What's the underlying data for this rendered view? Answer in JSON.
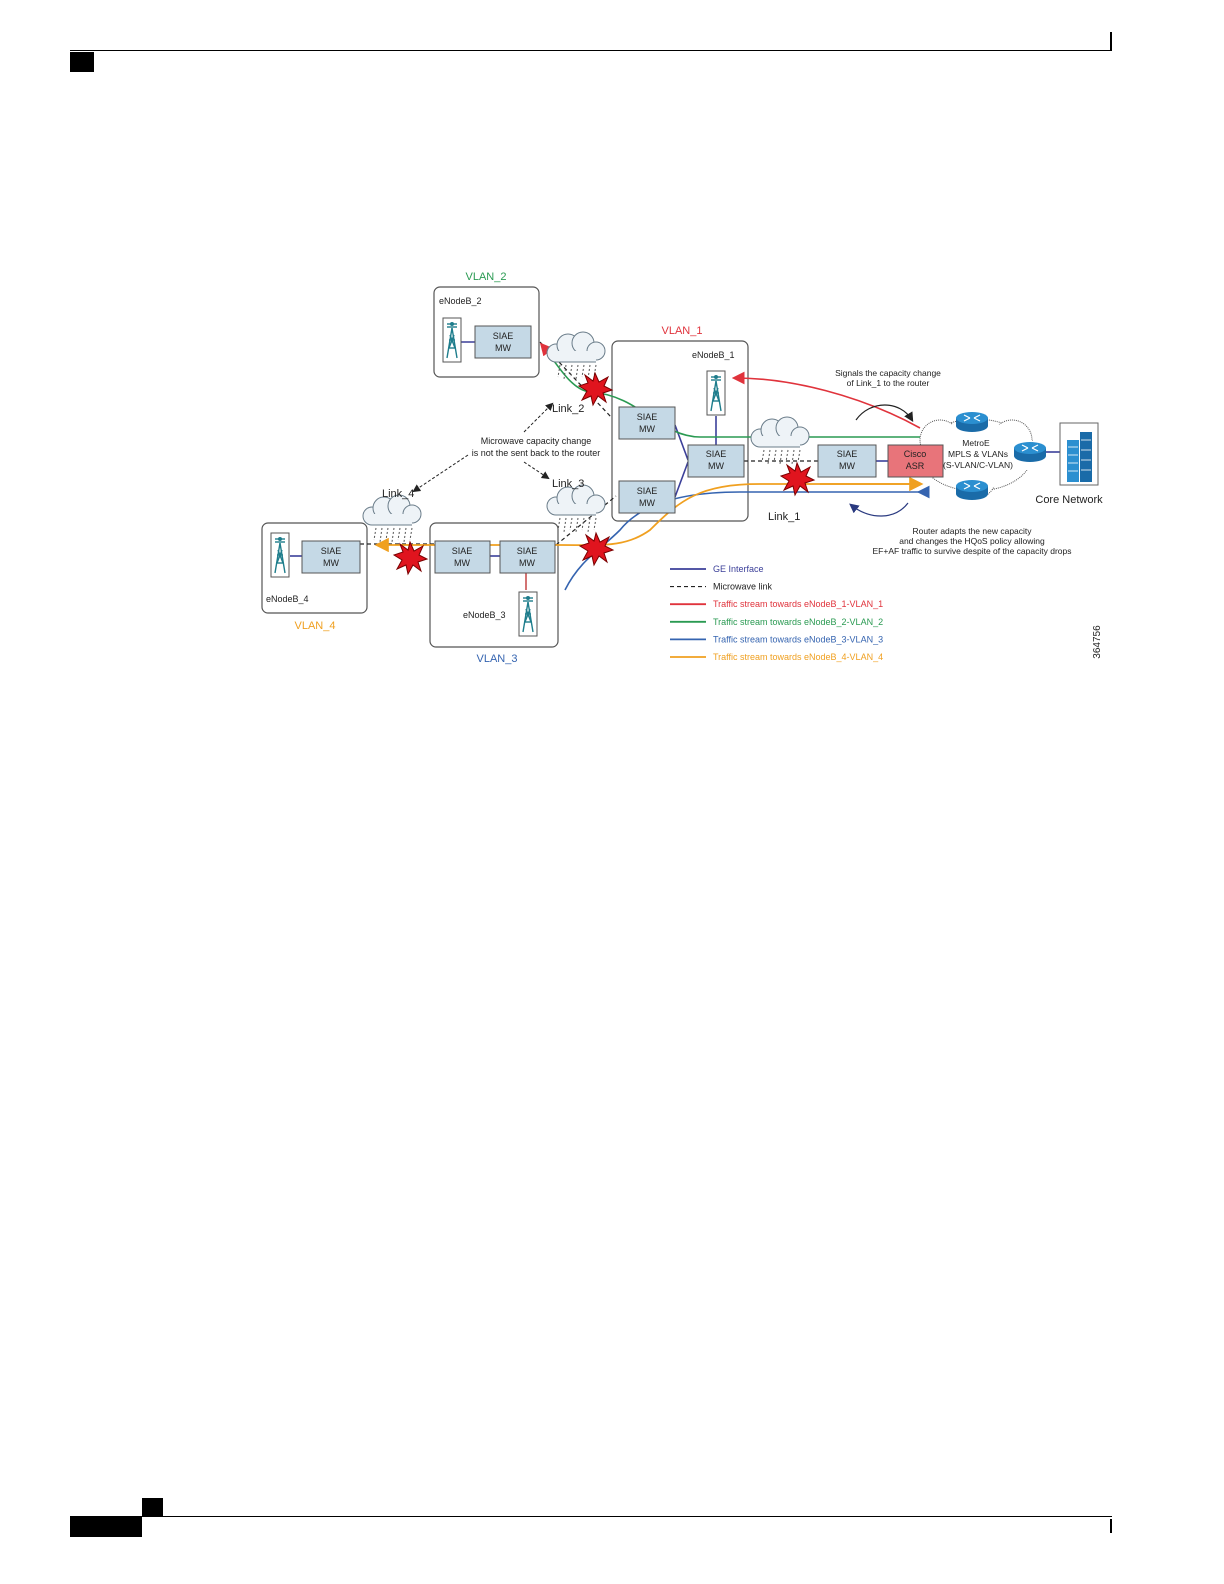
{
  "vlans": {
    "vlan1": "VLAN_1",
    "vlan2": "VLAN_2",
    "vlan3": "VLAN_3",
    "vlan4": "VLAN_4"
  },
  "enodes": {
    "e1": "eNodeB_1",
    "e2": "eNodeB_2",
    "e3": "eNodeB_3",
    "e4": "eNodeB_4"
  },
  "mw": {
    "line1": "SIAE",
    "line2": "MW"
  },
  "asr": {
    "line1": "Cisco",
    "line2": "ASR"
  },
  "metro": {
    "line1": "MetroE",
    "line2": "MPLS & VLANs",
    "line3": "(S-VLAN/C-VLAN)"
  },
  "links": {
    "l1": "Link_1",
    "l2": "Link_2",
    "l3": "Link_3",
    "l4": "Link_4"
  },
  "core": "Core Network",
  "notes": {
    "microwave_1": "Microwave capacity change",
    "microwave_2": "is not the sent back to the router",
    "signal_1": "Signals the capacity change",
    "signal_2": "of Link_1 to the router",
    "router_1": "Router adapts the new capacity",
    "router_2": "and changes the HQoS policy allowing",
    "router_3": "EF+AF traffic to survive despite of the capacity drops"
  },
  "legend": [
    {
      "label": "GE Interface",
      "color": "#3b3f99",
      "dashed": false,
      "textcolor": "#3b3f99"
    },
    {
      "label": "Microwave link",
      "color": "#222222",
      "dashed": true,
      "textcolor": "#222222"
    },
    {
      "label": "Traffic stream towards eNodeB_1-VLAN_1",
      "color": "#e0333c",
      "dashed": false,
      "textcolor": "#e0333c"
    },
    {
      "label": "Traffic stream towards eNodeB_2-VLAN_2",
      "color": "#2a9a52",
      "dashed": false,
      "textcolor": "#2a9a52"
    },
    {
      "label": "Traffic stream towards eNodeB_3-VLAN_3",
      "color": "#3564b0",
      "dashed": false,
      "textcolor": "#3564b0"
    },
    {
      "label": "Traffic stream towards eNodeB_4-VLAN_4",
      "color": "#f0a020",
      "dashed": false,
      "textcolor": "#f0a020"
    }
  ],
  "figure_id": "364756",
  "colors": {
    "vlan1": "#e0333c",
    "vlan2": "#2a9a52",
    "vlan3": "#3564b0",
    "vlan4": "#f0a020",
    "box_fill": "#c5d9e6",
    "asr_fill": "#e8747a",
    "router_fill": "#2b8fd0"
  }
}
